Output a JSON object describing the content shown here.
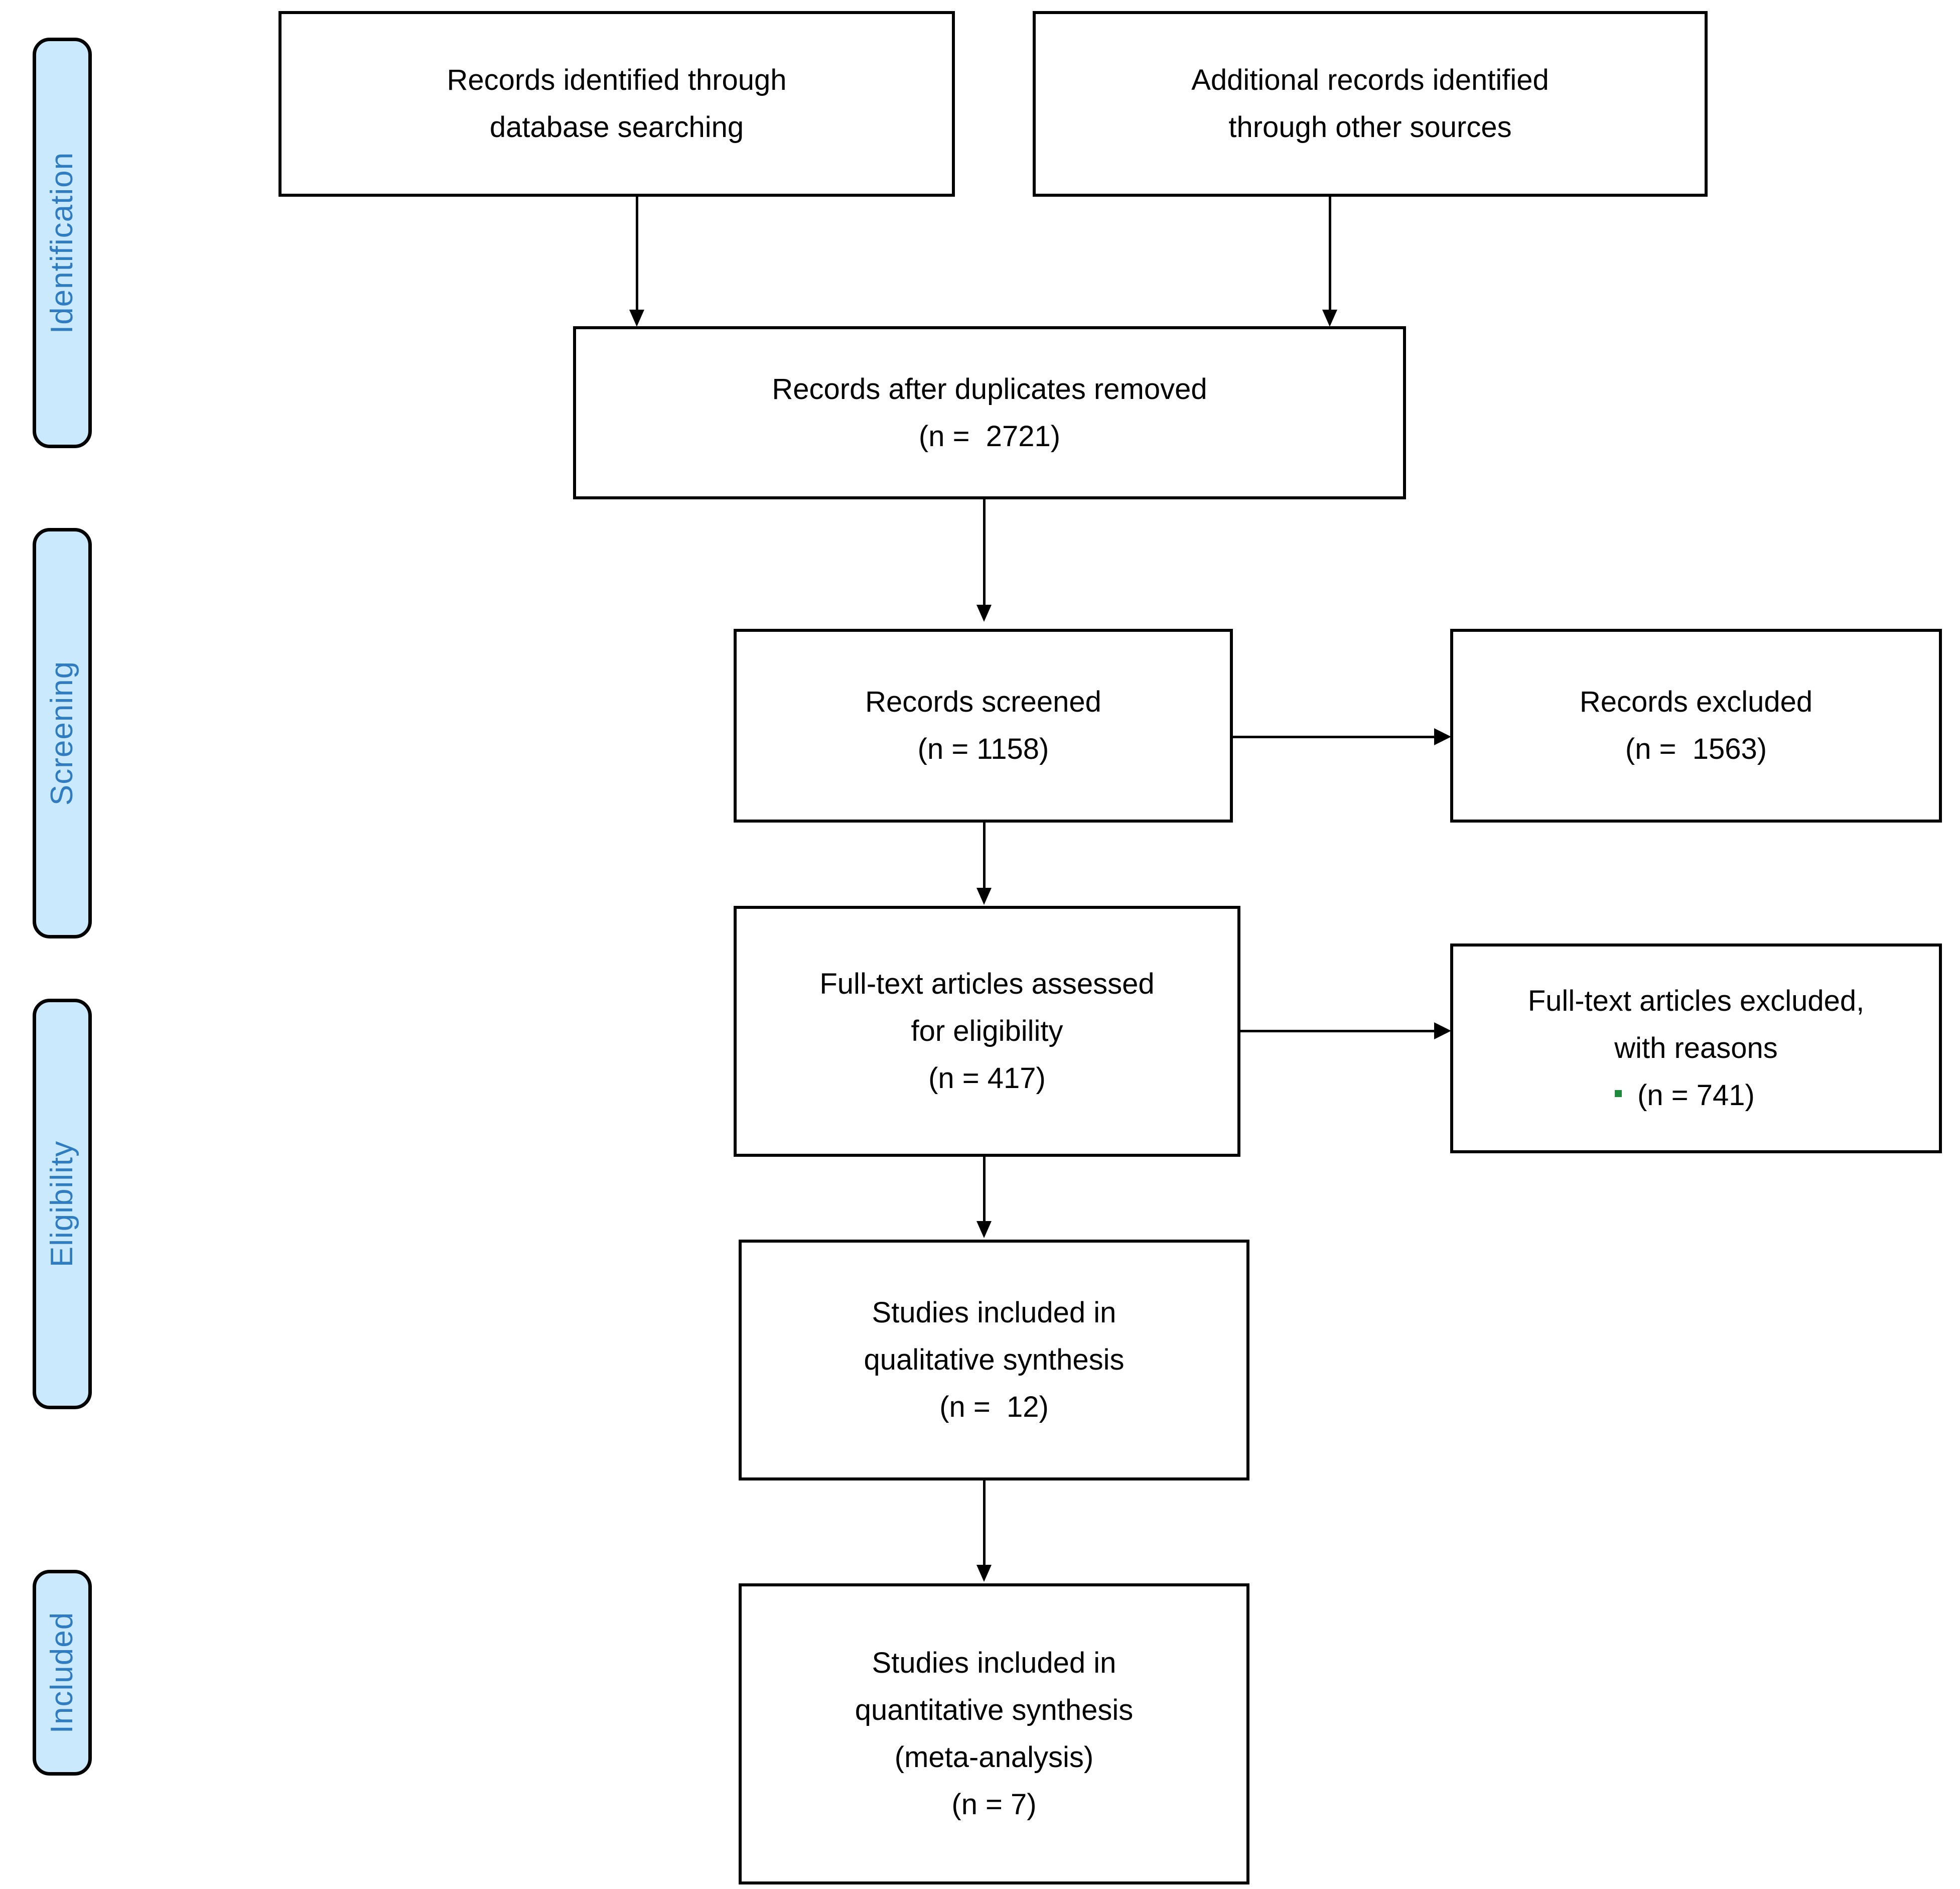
{
  "colors": {
    "pill_fill": "#cbe9fc",
    "pill_border": "#000000",
    "pill_text": "#2f7cc0",
    "box_border": "#000000",
    "box_text": "#000000",
    "connector": "#000000",
    "spell_tick": "#1e8a3c",
    "background": "#ffffff"
  },
  "phases": [
    {
      "id": "identification",
      "label": "Identification"
    },
    {
      "id": "screening",
      "label": "Screening"
    },
    {
      "id": "eligibility",
      "label": "Eligibility"
    },
    {
      "id": "included",
      "label": "Included"
    }
  ],
  "boxes": {
    "records_database": {
      "line1": "Records identified through",
      "line2": "database searching"
    },
    "records_other": {
      "line1": "Additional records identified",
      "line2": "through other sources"
    },
    "duplicates_removed": {
      "line1": "Records after duplicates removed",
      "line2": "(n =  2721)"
    },
    "records_screened": {
      "line1": "Records screened",
      "line2": "(n = 1158)"
    },
    "records_excluded": {
      "line1": "Records excluded",
      "line2": "(n =  1563)"
    },
    "fulltext_assessed": {
      "line1": "Full-text articles assessed",
      "line2": "for eligibility",
      "line3": "(n = 417)"
    },
    "fulltext_excluded": {
      "line1": "Full-text articles excluded,",
      "line2": "with reasons",
      "line3": "(n = 741)"
    },
    "qualitative_synthesis": {
      "line1": "Studies included in",
      "line2": "qualitative synthesis",
      "line3": "(n =  12)"
    },
    "quantitative_synthesis": {
      "line1": "Studies included in",
      "line2": "quantitative synthesis",
      "line3": "(meta-analysis)",
      "line4": "(n = 7)"
    }
  },
  "chart_data": {
    "type": "diagram",
    "title": "PRISMA flow diagram",
    "stages": [
      {
        "phase": "Identification",
        "nodes": [
          {
            "label": "Records identified through database searching",
            "n": null
          },
          {
            "label": "Additional records identified through other sources",
            "n": null
          },
          {
            "label": "Records after duplicates removed",
            "n": 2721
          }
        ]
      },
      {
        "phase": "Screening",
        "nodes": [
          {
            "label": "Records screened",
            "n": 1158
          },
          {
            "label": "Records excluded",
            "n": 1563
          }
        ]
      },
      {
        "phase": "Eligibility",
        "nodes": [
          {
            "label": "Full-text articles assessed for eligibility",
            "n": 417
          },
          {
            "label": "Full-text articles excluded, with reasons",
            "n": 741
          }
        ]
      },
      {
        "phase": "Included",
        "nodes": [
          {
            "label": "Studies included in qualitative synthesis",
            "n": 12
          },
          {
            "label": "Studies included in quantitative synthesis (meta-analysis)",
            "n": 7
          }
        ]
      }
    ],
    "edges": [
      {
        "from": "Records identified through database searching",
        "to": "Records after duplicates removed"
      },
      {
        "from": "Additional records identified through other sources",
        "to": "Records after duplicates removed"
      },
      {
        "from": "Records after duplicates removed",
        "to": "Records screened"
      },
      {
        "from": "Records screened",
        "to": "Records excluded"
      },
      {
        "from": "Records screened",
        "to": "Full-text articles assessed for eligibility"
      },
      {
        "from": "Full-text articles assessed for eligibility",
        "to": "Full-text articles excluded, with reasons"
      },
      {
        "from": "Full-text articles assessed for eligibility",
        "to": "Studies included in qualitative synthesis"
      },
      {
        "from": "Studies included in qualitative synthesis",
        "to": "Studies included in quantitative synthesis (meta-analysis)"
      }
    ]
  }
}
